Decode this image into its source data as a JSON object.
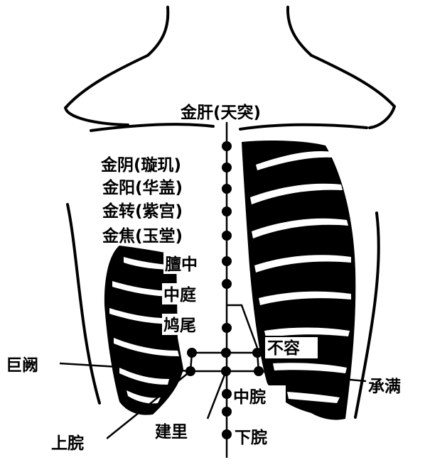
{
  "points": {
    "jingan": "金肝(天突)",
    "jinyin": "金阴(璇玑)",
    "jinyang": "金阳(华盖)",
    "jinzhuan": "金转(紫宫)",
    "jinjiao": "金焦(玉堂)",
    "danzhong": "膻中",
    "zhongting": "中庭",
    "jiuwei": "鸠尾",
    "burong": "不容",
    "juque": "巨阙",
    "chengman": "承满",
    "zhongwan": "中脘",
    "shangwan": "上脘",
    "jianli": "建里",
    "xiawan": "下脘"
  },
  "colors": {
    "ink": "#000000",
    "paper": "#ffffff"
  }
}
